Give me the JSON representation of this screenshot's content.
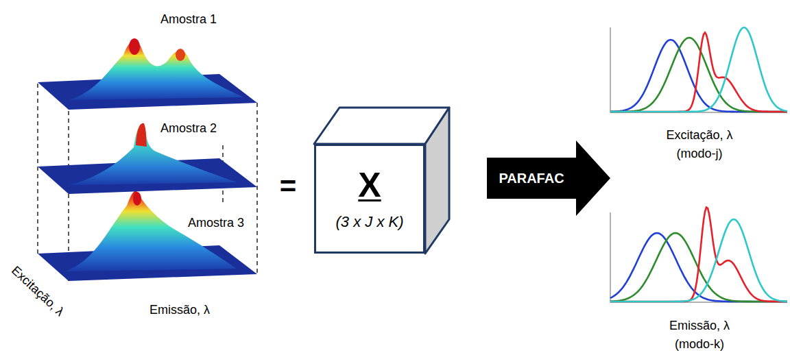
{
  "diagram": {
    "nodes": [
      {
        "text": [
          "X",
          "(3 x J x K)"
        ]
      },
      {
        "text": [
          "PARAFAC"
        ]
      }
    ],
    "labels": [
      "Amostra 1",
      "Amostra 2",
      "Amostra 3",
      "Excitação, λ",
      "Emissão, λ",
      "=",
      "Excitação, λ",
      "(modo-j)",
      "Emissão, λ",
      "(modo-k)"
    ]
  }
}
